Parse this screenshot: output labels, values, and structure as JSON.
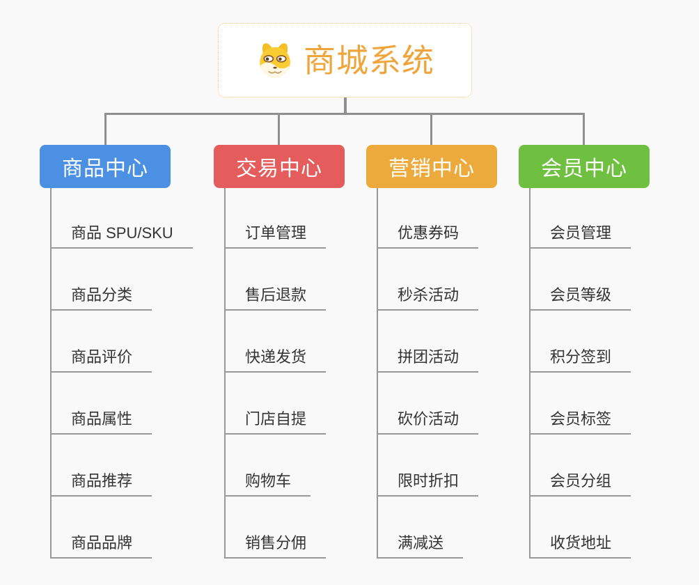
{
  "diagram": {
    "background_color": "#f9f9f9",
    "connector_color": "#8f8f8f",
    "leaf_line_color": "#999999",
    "leaf_text_color": "#333333"
  },
  "root": {
    "title": "商城系统",
    "icon": "doge-face-icon",
    "text_color": "#F0A53C",
    "border_color": "#F1C784",
    "background": "#ffffff"
  },
  "branches": [
    {
      "label": "商品中心",
      "color": "#4B90E2",
      "items": [
        "商品 SPU/SKU",
        "商品分类",
        "商品评价",
        "商品属性",
        "商品推荐",
        "商品品牌"
      ]
    },
    {
      "label": "交易中心",
      "color": "#E55C5C",
      "items": [
        "订单管理",
        "售后退款",
        "快递发货",
        "门店自提",
        "购物车",
        "销售分佣"
      ]
    },
    {
      "label": "营销中心",
      "color": "#ECAA3D",
      "items": [
        "优惠券码",
        "秒杀活动",
        "拼团活动",
        "砍价活动",
        "限时折扣",
        "满减送"
      ]
    },
    {
      "label": "会员中心",
      "color": "#6FC040",
      "items": [
        "会员管理",
        "会员等级",
        "积分签到",
        "会员标签",
        "会员分组",
        "收货地址"
      ]
    }
  ]
}
